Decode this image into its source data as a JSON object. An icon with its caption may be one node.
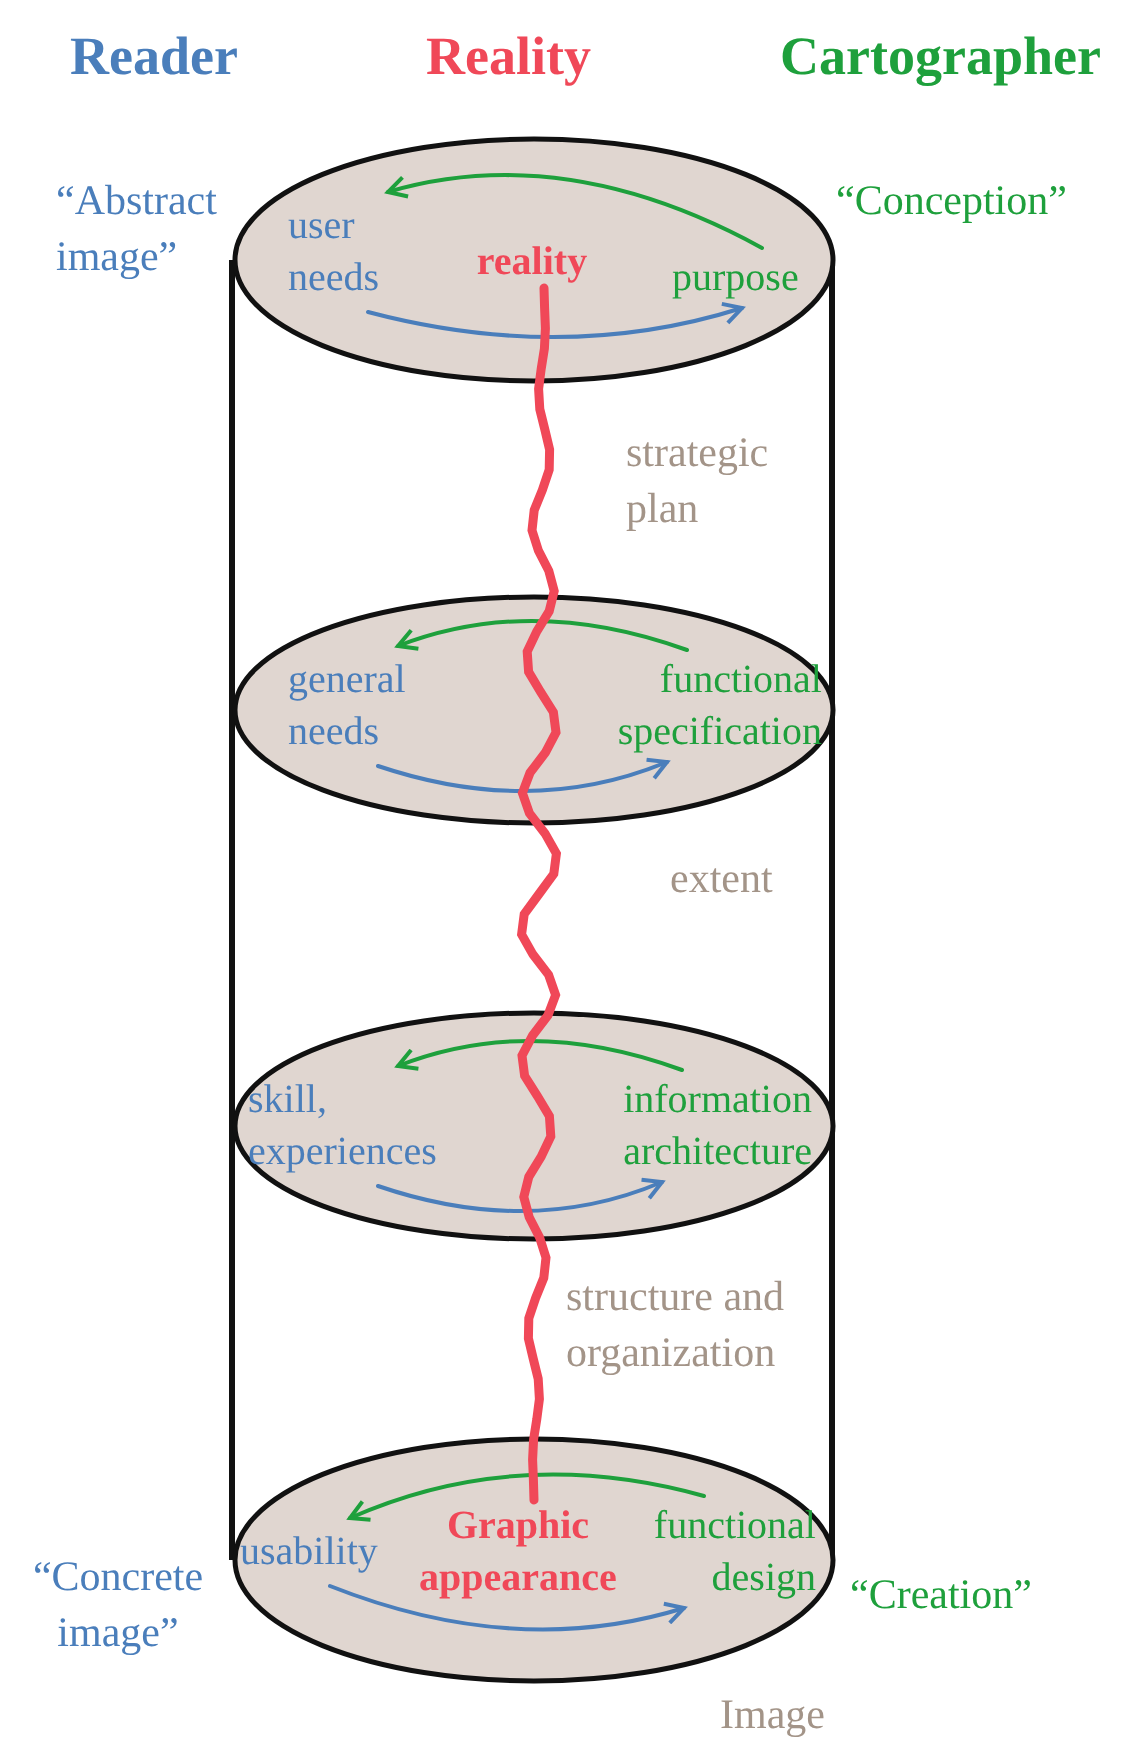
{
  "diagram": {
    "nodes": [
      {
        "text": [],
        "shape": "ellipse"
      },
      {
        "text": [
          "user needs"
        ],
        "in": 0
      },
      {
        "text": [
          "reality"
        ],
        "in": 0
      },
      {
        "text": [
          "purpose"
        ],
        "in": 0
      },
      {
        "text": [],
        "shape": "ellipse"
      },
      {
        "text": [
          "general needs"
        ],
        "in": 4
      },
      {
        "text": [
          "functional specification"
        ],
        "in": 4
      },
      {
        "text": [],
        "shape": "ellipse"
      },
      {
        "text": [
          "skill, experiences"
        ],
        "in": 7
      },
      {
        "text": [
          "information architecture"
        ],
        "in": 7
      },
      {
        "text": [],
        "shape": "ellipse"
      },
      {
        "text": [
          "usability"
        ],
        "in": 10
      },
      {
        "text": [
          "Graphic appearance"
        ],
        "in": 10
      },
      {
        "text": [
          "functional design"
        ],
        "in": 10
      }
    ],
    "edges": [
      {
        "from": 3,
        "to": 1,
        "arrow": "to",
        "color": "#1ea03c"
      },
      {
        "from": 1,
        "to": 3,
        "arrow": "to",
        "color": "#4a7ebb"
      },
      {
        "from": 6,
        "to": 5,
        "arrow": "to",
        "color": "#1ea03c"
      },
      {
        "from": 5,
        "to": 6,
        "arrow": "to",
        "color": "#4a7ebb"
      },
      {
        "from": 9,
        "to": 8,
        "arrow": "to",
        "color": "#1ea03c"
      },
      {
        "from": 8,
        "to": 9,
        "arrow": "to",
        "color": "#4a7ebb"
      },
      {
        "from": 13,
        "to": 11,
        "arrow": "to",
        "color": "#1ea03c"
      },
      {
        "from": 11,
        "to": 13,
        "arrow": "to",
        "color": "#4a7ebb"
      },
      {
        "from": 2,
        "to": 12,
        "arrow": "none",
        "style": "thick",
        "color": "#f04858"
      }
    ],
    "labels": [
      "Reader",
      "Reality",
      "Cartographer",
      "“Abstract image”",
      "“Conception”",
      "strategic plan",
      "extent",
      "structure and organization",
      "“Concrete image”",
      "“Creation”",
      "Image"
    ]
  }
}
